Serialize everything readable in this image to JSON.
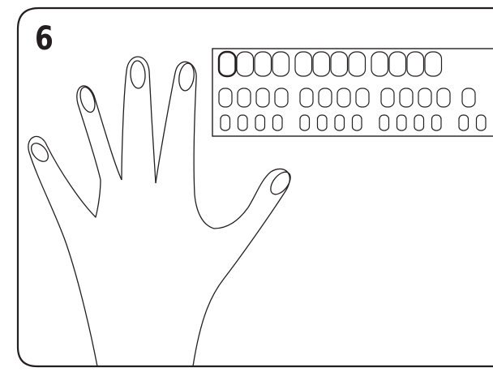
{
  "step": {
    "number": "6"
  },
  "nail_tray": {
    "rows": [
      {
        "name": "large",
        "count": 12
      },
      {
        "name": "medium",
        "count": 13
      },
      {
        "name": "small",
        "count": 14
      }
    ],
    "selected_row": 0,
    "selected_index": 0
  },
  "colors": {
    "line": "#231f20",
    "background": "#ffffff"
  },
  "icons": {
    "hand": "open-hand-outline"
  }
}
